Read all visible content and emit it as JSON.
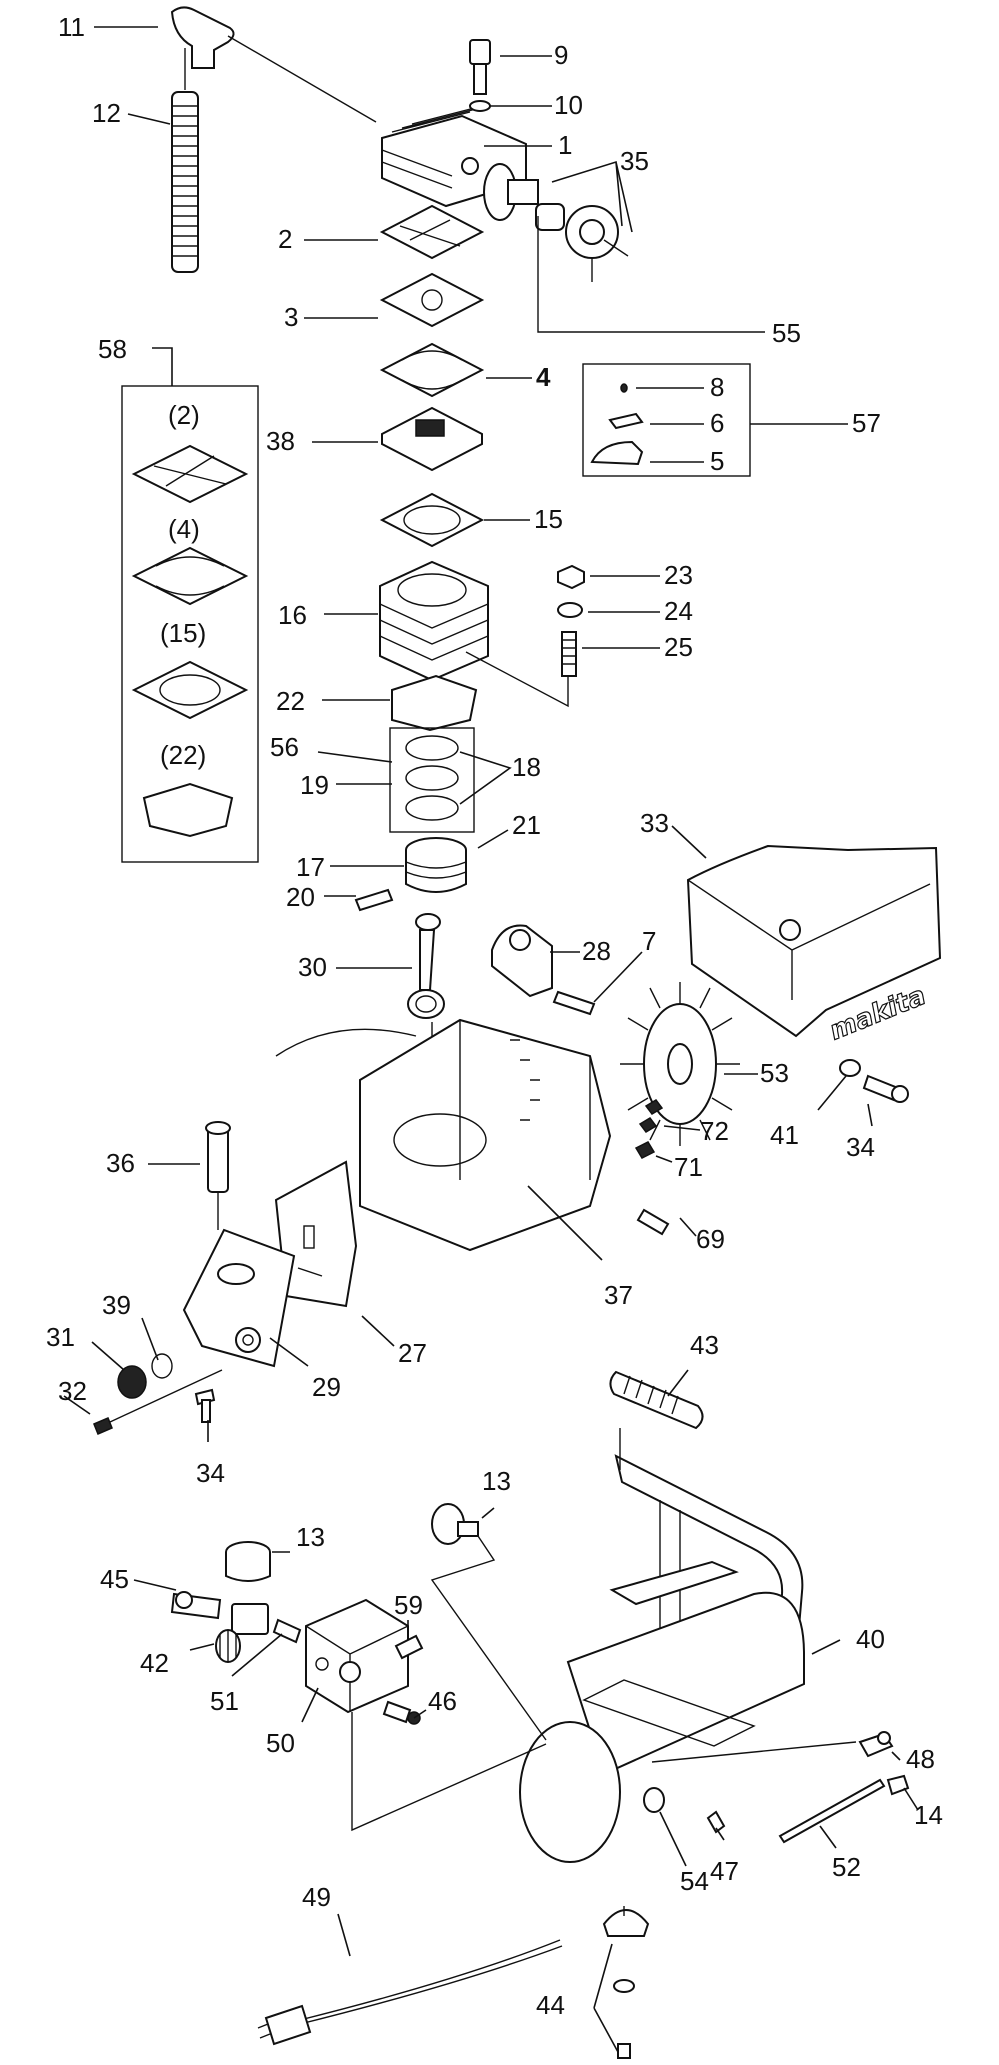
{
  "diagram": {
    "kit_labels": [
      "(2)",
      "(4)",
      "(15)",
      "(22)"
    ],
    "brand_logo": "makita",
    "callouts": [
      "11",
      "12",
      "9",
      "10",
      "1",
      "35",
      "2",
      "55",
      "3",
      "58",
      "4",
      "8",
      "6",
      "57",
      "38",
      "5",
      "15",
      "23",
      "16",
      "24",
      "25",
      "22",
      "56",
      "18",
      "19",
      "21",
      "17",
      "33",
      "20",
      "28",
      "7",
      "30",
      "53",
      "41",
      "34",
      "72",
      "36",
      "71",
      "69",
      "37",
      "39",
      "31",
      "27",
      "29",
      "32",
      "43",
      "13",
      "40",
      "45",
      "42",
      "59",
      "51",
      "46",
      "50",
      "48",
      "14",
      "47",
      "54",
      "52",
      "49",
      "44"
    ]
  }
}
